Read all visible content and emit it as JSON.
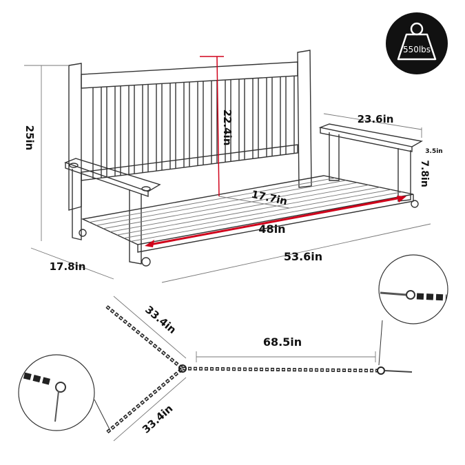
{
  "badge": {
    "text": "550lbs",
    "icon": "weight-icon"
  },
  "dimensions": {
    "height": "25in",
    "back_height": "22.4in",
    "arm_length": "23.6in",
    "arm_width": "3.5in",
    "arm_height": "7.8in",
    "seat_depth": "17.7in",
    "seat_width": "48in",
    "depth": "17.8in",
    "width": "53.6in",
    "chain_left_upper": "33.4in",
    "chain_left_lower": "33.4in",
    "chain_main": "68.5in"
  },
  "colors": {
    "accent": "#d0021b",
    "badge": "#111111"
  }
}
